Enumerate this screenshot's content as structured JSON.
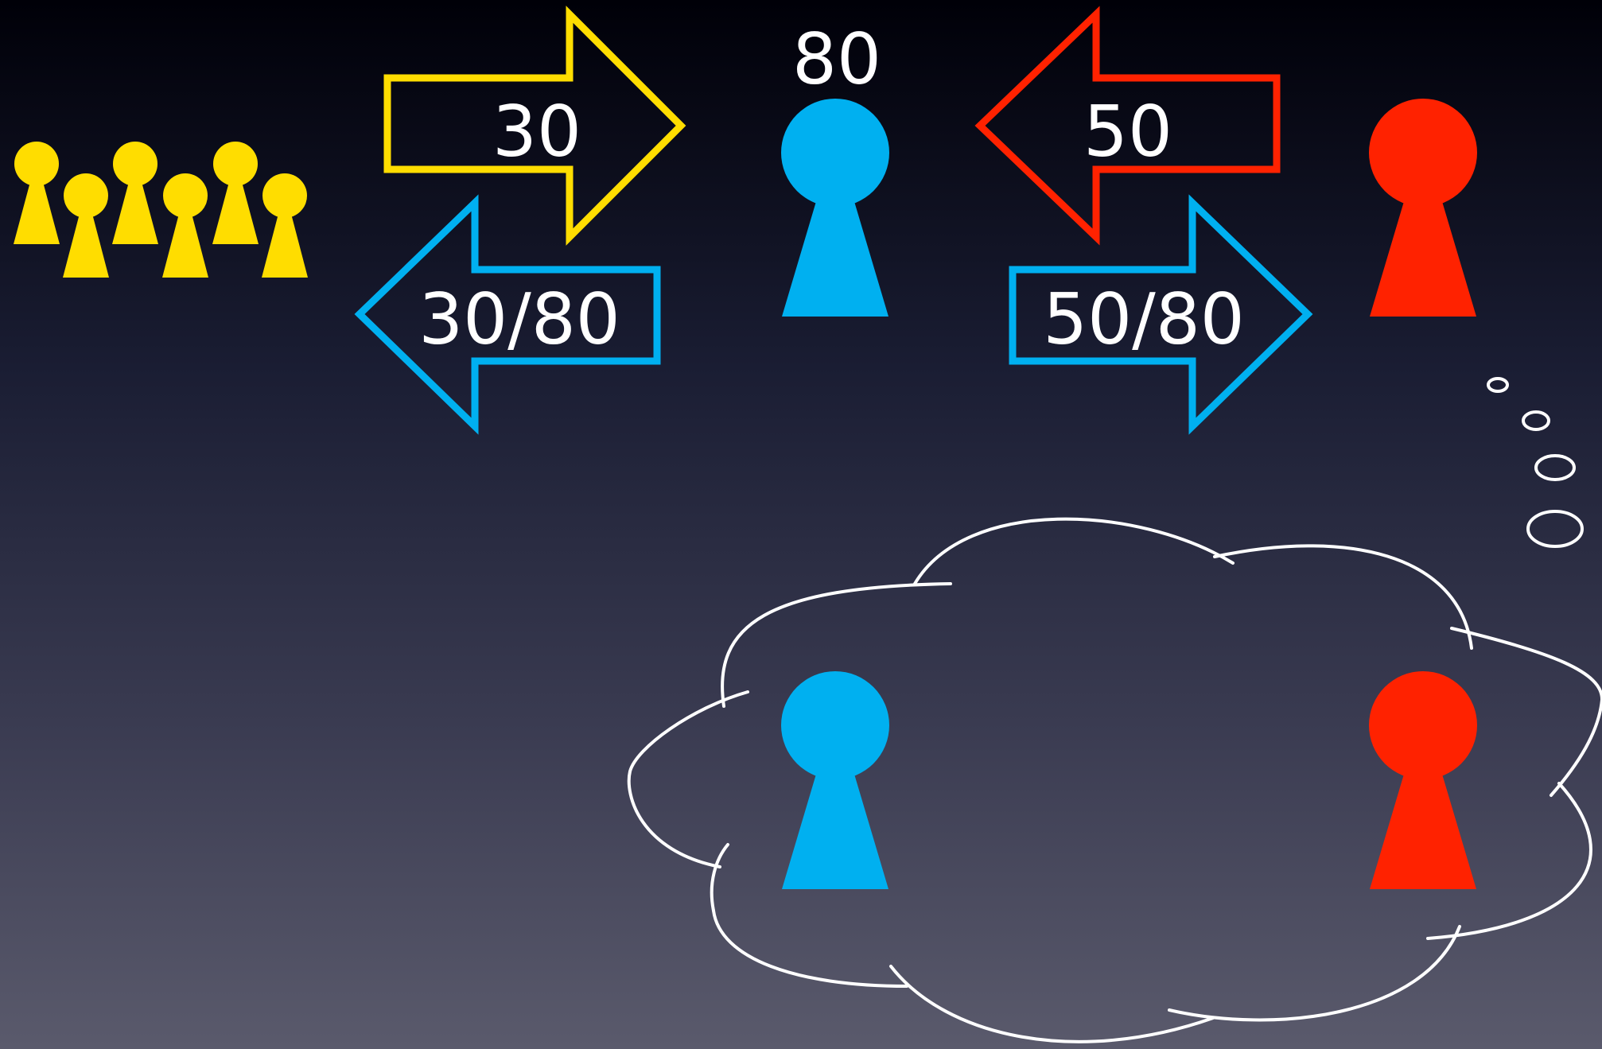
{
  "labels": {
    "total": "80",
    "from_group": "30",
    "from_red": "50",
    "to_group": "30/80",
    "to_red": "50/80"
  },
  "colors": {
    "yellow": "#ffdd00",
    "blue": "#00b0f0",
    "red": "#ff2200",
    "white": "#ffffff"
  },
  "figures": {
    "yellow_group_count": 6,
    "blue": "blue-person",
    "red": "red-person"
  }
}
